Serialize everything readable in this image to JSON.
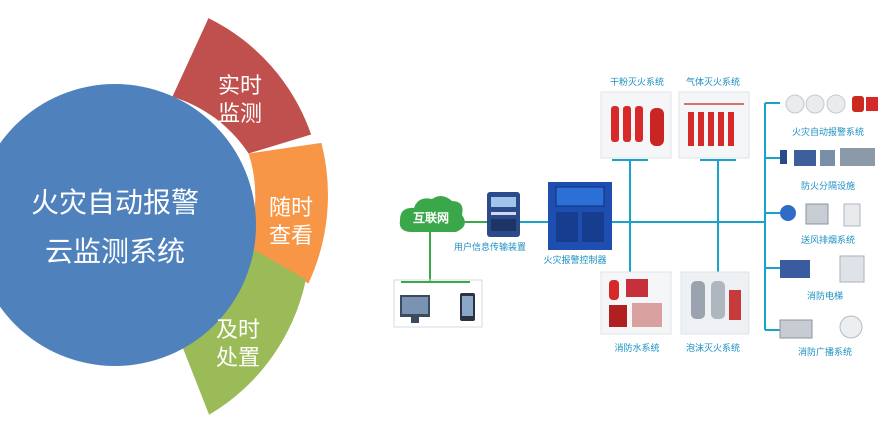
{
  "wheel": {
    "center_line1": "火灾自动报警",
    "center_line2": "云监测系统",
    "segments": [
      {
        "line1": "实时",
        "line2": "监测",
        "color": "#c0504d"
      },
      {
        "line1": "随时",
        "line2": "查看",
        "color": "#f79646"
      },
      {
        "line1": "及时",
        "line2": "处置",
        "color": "#9bbb59"
      }
    ],
    "center_color": "#4f81bd"
  },
  "network": {
    "cloud_label": "互联网",
    "transmitter_label": "用户信息传输装置",
    "controller_label": "火灾报警控制器",
    "line_color": "#1aa3c8",
    "label_color": "#1a8fc2",
    "green_line": "#3aa84a"
  },
  "subsystems": {
    "dry_powder": "干粉灭火系统",
    "gas": "气体灭火系统",
    "water": "消防水系统",
    "foam": "泡沫灭火系统"
  },
  "devices": [
    {
      "label": "火灾自动报警系统"
    },
    {
      "label": "防火分隔设施"
    },
    {
      "label": "送风排烟系统"
    },
    {
      "label": "消防电梯"
    },
    {
      "label": "消防广播系统"
    }
  ]
}
